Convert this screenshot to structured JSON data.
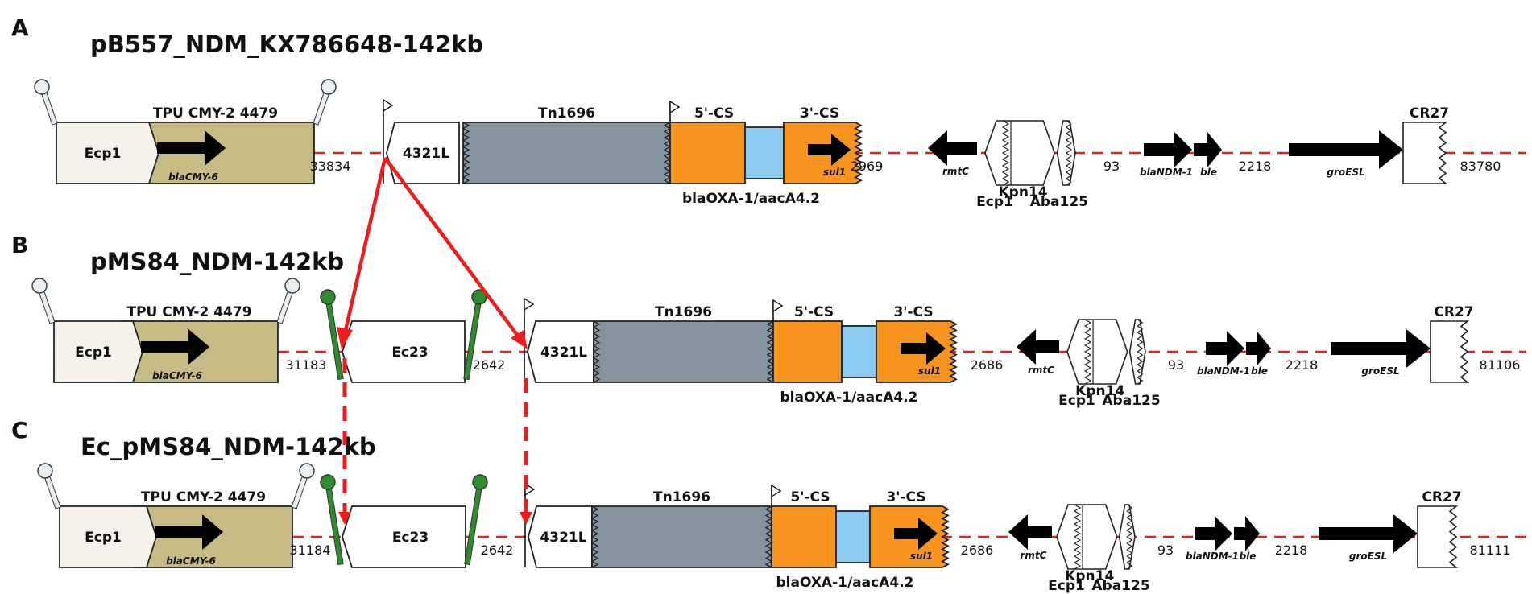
{
  "rows": [
    {
      "panel": "A",
      "title": "pB557_NDM_KX786648-142kb",
      "tpu": "TPU CMY-2 4479",
      "ecp1": "Ecp1",
      "bla_cmy": "blaCMY-6",
      "dist1": "33834",
      "ec23": "",
      "dist_ec23": "",
      "is4321": "4321L",
      "tn": "Tn1696",
      "cs5": "5'-CS",
      "cs3": "3'-CS",
      "sul": "sul1",
      "oxa": "blaOXA-1/aacA4.2",
      "dist2": "2969",
      "rmtc": "rmtC",
      "ecp1b": "Ecp1",
      "kpn": "Kpn14",
      "aba": "Aba125",
      "dist3": "93",
      "ndm": "blaNDM-1",
      "ble": "ble",
      "dist4": "2218",
      "groesl": "groESL",
      "cr27": "CR27",
      "dist5": "83780"
    },
    {
      "panel": "B",
      "title": "pMS84_NDM-142kb",
      "tpu": "TPU CMY-2 4479",
      "ecp1": "Ecp1",
      "bla_cmy": "blaCMY-6",
      "dist1": "31183",
      "ec23": "Ec23",
      "dist_ec23": "2642",
      "is4321": "4321L",
      "tn": "Tn1696",
      "cs5": "5'-CS",
      "cs3": "3'-CS",
      "sul": "sul1",
      "oxa": "blaOXA-1/aacA4.2",
      "dist2": "2686",
      "rmtc": "rmtC",
      "ecp1b": "Ecp1",
      "kpn": "Kpn14",
      "aba": "Aba125",
      "dist3": "93",
      "ndm": "blaNDM-1",
      "ble": "ble",
      "dist4": "2218",
      "groesl": "groESL",
      "cr27": "CR27",
      "dist5": "81106"
    },
    {
      "panel": "C",
      "title": "Ec_pMS84_NDM-142kb",
      "tpu": "TPU CMY-2 4479",
      "ecp1": "Ecp1",
      "bla_cmy": "blaCMY-6",
      "dist1": "31184",
      "ec23": "Ec23",
      "dist_ec23": "2642",
      "is4321": "4321L",
      "tn": "Tn1696",
      "cs5": "5'-CS",
      "cs3": "3'-CS",
      "sul": "sul1",
      "oxa": "blaOXA-1/aacA4.2",
      "dist2": "2686",
      "rmtc": "rmtC",
      "ecp1b": "Ecp1",
      "kpn": "Kpn14",
      "aba": "Aba125",
      "dist3": "93",
      "ndm": "blaNDM-1",
      "ble": "ble",
      "dist4": "2218",
      "groesl": "groESL",
      "cr27": "CR27",
      "dist5": "81111"
    }
  ],
  "colors": {
    "tpu_box": "#c6bb85",
    "ecp1_box": "#f4f2ea",
    "tn1696": "#85939e",
    "cs_orange": "#f7941d",
    "cassette_blue": "#8ecbf1",
    "backbone_dash": "#dd2222",
    "insertion_arrow": "#ee1c1c",
    "ec23_pin": "#2e8b2e",
    "pin_white": "#e8eef2"
  }
}
